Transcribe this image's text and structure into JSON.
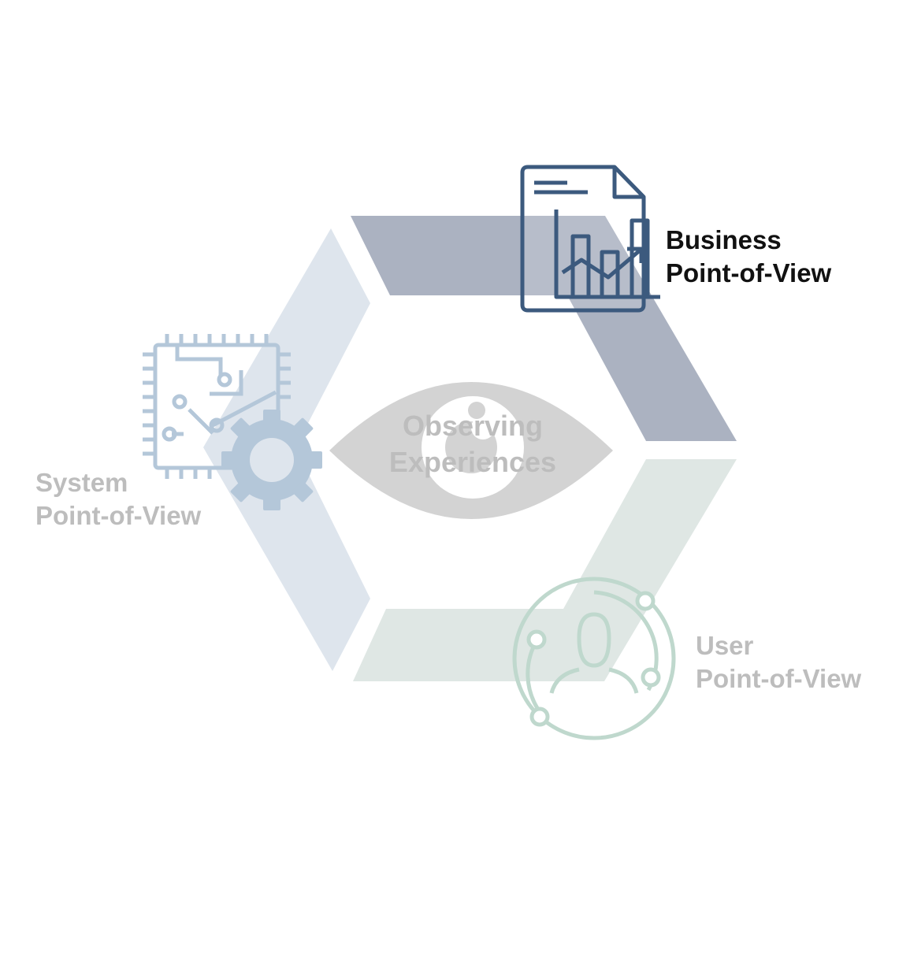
{
  "center": {
    "line1": "Observing",
    "line2": "Experiences",
    "text_color": "#bdbdbd",
    "eye_color": "#d3d3d3",
    "icon": "eye-icon"
  },
  "business": {
    "line1": "Business",
    "line2": "Point-of-View",
    "text_color": "#111111",
    "band_color": "#abb2c1",
    "icon_color": "#3c5a7e",
    "icon": "business-report-chart-icon"
  },
  "system": {
    "line1": "System",
    "line2": "Point-of-View",
    "text_color": "#bdbdbd",
    "band_color": "#dee5ed",
    "icon_color": "#b4c7d9",
    "icon": "circuit-gear-icon"
  },
  "user": {
    "line1": "User",
    "line2": "Point-of-View",
    "text_color": "#bdbdbd",
    "band_color": "#dfe7e4",
    "icon_color": "#bfd8cd",
    "icon": "user-network-icon"
  }
}
